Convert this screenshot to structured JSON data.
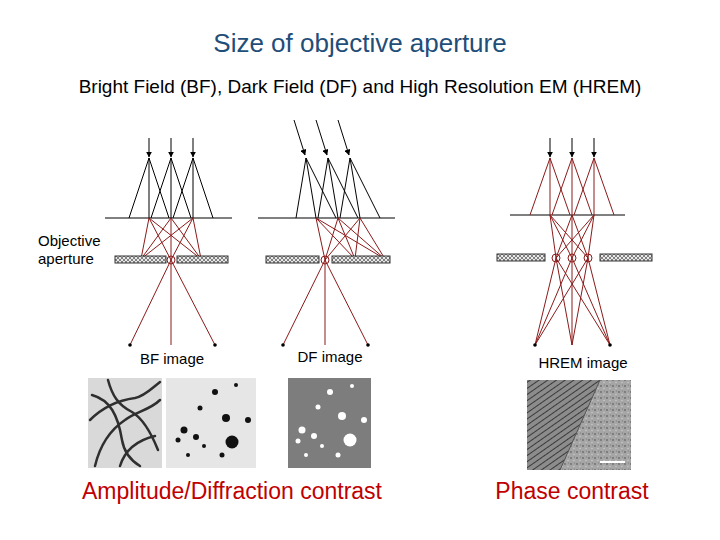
{
  "diagram": {
    "title": "Size of objective aperture",
    "labels": [
      "Bright Field (BF), Dark Field (DF) and High Resolution EM (HREM)",
      "Objective aperture",
      "BF image",
      "DF image",
      "HREM image",
      "Amplitude/Diffraction contrast",
      "Phase contrast"
    ]
  }
}
